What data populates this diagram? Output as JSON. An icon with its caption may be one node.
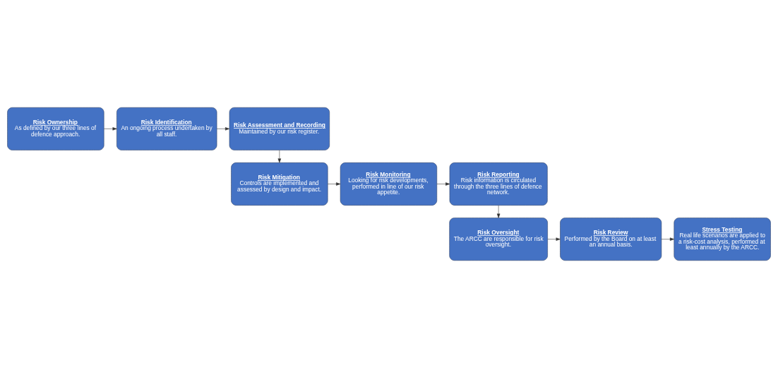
{
  "diagram": {
    "nodes": [
      {
        "text": [
          "Risk Ownership",
          "As defined by our three lines of defence approach."
        ]
      },
      {
        "text": [
          "Risk Identification",
          "An ongoing process undertaken by all staff."
        ]
      },
      {
        "text": [
          "Risk Assessment and Recording",
          "Maintained by our risk register."
        ]
      },
      {
        "text": [
          "Risk Reporting",
          "Risk information is circulated through the three lines of defence network."
        ]
      },
      {
        "text": [
          "Risk Monitoring",
          "Looking for risk developments, performed in line of our risk appetite."
        ]
      },
      {
        "text": [
          "Risk Mitigation",
          "Controls are implemented and assessed by design and impact."
        ]
      },
      {
        "text": [
          "Risk Oversight",
          "The ARCC are responsible for risk oversight."
        ]
      },
      {
        "text": [
          "Risk Review",
          "Performed by the Board on at least an annual basis."
        ]
      },
      {
        "text": [
          "Stress Testing",
          "Real life scenarios are applied to a risk-cost analysis, performed at least annually by the ARCC."
        ]
      }
    ],
    "edges": [
      {
        "from": 0,
        "to": 1,
        "arrow": "to"
      },
      {
        "from": 1,
        "to": 2,
        "arrow": "to"
      },
      {
        "from": 2,
        "to": 5,
        "arrow": "to"
      },
      {
        "from": 5,
        "to": 4,
        "arrow": "to"
      },
      {
        "from": 4,
        "to": 3,
        "arrow": "to"
      },
      {
        "from": 3,
        "to": 6,
        "arrow": "to"
      },
      {
        "from": 6,
        "to": 7,
        "arrow": "to"
      },
      {
        "from": 7,
        "to": 8,
        "arrow": "to"
      }
    ]
  }
}
